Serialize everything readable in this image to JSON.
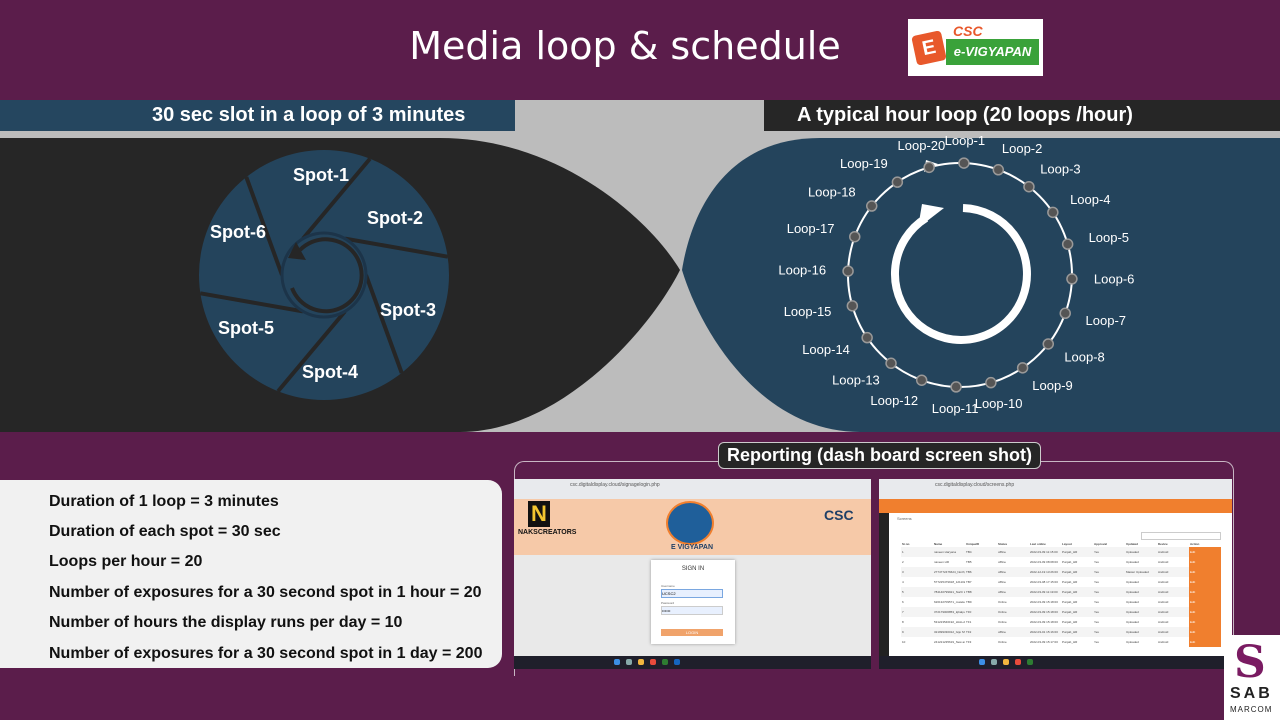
{
  "title": "Media loop & schedule",
  "logo": {
    "top_text": "CSC",
    "main_text": "e-VIGYAPAN"
  },
  "left_section": {
    "heading": "30 sec slot in a loop of 3 minutes",
    "spots": [
      "Spot-1",
      "Spot-2",
      "Spot-3",
      "Spot-4",
      "Spot-5",
      "Spot-6"
    ]
  },
  "right_section": {
    "heading": "A typical hour loop (20 loops /hour)",
    "loops": [
      "Loop-1",
      "Loop-2",
      "Loop-3",
      "Loop-4",
      "Loop-5",
      "Loop-6",
      "Loop-7",
      "Loop-8",
      "Loop-9",
      "Loop-10",
      "Loop-11",
      "Loop-12",
      "Loop-13",
      "Loop-14",
      "Loop-15",
      "Loop-16",
      "Loop-17",
      "Loop-18",
      "Loop-19",
      "Loop-20"
    ]
  },
  "stats": [
    "Duration of 1 loop = 3 minutes",
    "Duration of each spot = 30 sec",
    "Loops per hour = 20",
    "Number of exposures for a 30 second spot in 1 hour = 20",
    "Number of hours the display runs per day = 10",
    "Number of exposures for a 30 second spot in 1 day = 200"
  ],
  "reporting": {
    "heading": "Reporting (dash board screen shot)",
    "login_shot": {
      "url": "csc.digitaldisplay.cloud/signagelogin.php",
      "brand_left": "NAKSCREATORS",
      "brand_center": "E VIGYAPAN",
      "brand_right": "CSC",
      "signin": "SIGN IN",
      "username_label": "Username",
      "password_label": "Password",
      "username_value": "UCSC2",
      "login_button": "LOGIN"
    },
    "dashboard_shot": {
      "url": "csc.digitaldisplay.cloud/screens.php",
      "section": "Screens",
      "columns": [
        "Sr.no",
        "Name",
        "UniqueID",
        "Status",
        "Last online",
        "Layout",
        "Approval",
        "Updated",
        "Device",
        "Action"
      ],
      "rows": [
        [
          "1",
          "naveen Haryana",
          "TB4",
          "offline",
          "2022-03-09 11:15:00",
          "Punjab_HR",
          "Yes",
          "Uploaded",
          "Android",
          "Edit"
        ],
        [
          "2",
          "naveen HR",
          "TB5",
          "offline",
          "2022-03-09 08:08:00",
          "Punjab_HR",
          "Yes",
          "Uploaded",
          "Android",
          "Edit"
        ],
        [
          "3",
          "2774772476624_North_110063_SHAHDOL PURI_Delhi",
          "TB6",
          "offline",
          "2022-12-19 13:26:00",
          "Punjab_HR",
          "Yes",
          "Master Uploaded",
          "Android",
          "Edit"
        ],
        [
          "4",
          "577225479918_121102_faridabad_HR",
          "TB7",
          "offline",
          "2022-03-08 17:15:00",
          "Punjab_HR",
          "Yes",
          "Uploaded",
          "Android",
          "Edit"
        ],
        [
          "5",
          "784140799921_North West Mandir_121101_Faridabad_HR",
          "TB8",
          "offline",
          "2022-03-09 11:19:00",
          "Punjab_HR",
          "Yes",
          "Uploaded",
          "Android",
          "Edit"
        ],
        [
          "6",
          "626132709571_matela Gohing_121004_Jnuari_HR",
          "TB9",
          "Online",
          "2022-03-09 15:18:00",
          "Punjab_HR",
          "Yes",
          "Uploaded",
          "Android",
          "Edit"
        ],
        [
          "7",
          "372179006853_Iqbalpur_127042_Bhiwani_HR",
          "TF0",
          "Online",
          "2022-03-09 15:18:00",
          "Punjab_HR",
          "Yes",
          "Uploaded",
          "Android",
          "Edit"
        ],
        [
          "8",
          "531223546192_HALLANS 131001_Ambala_HR",
          "TF1",
          "Online",
          "2022-03-09 15:18:00",
          "Punjab_HR",
          "Yes",
          "Uploaded",
          "Android",
          "Edit"
        ],
        [
          "9",
          "321999330012_Gijo Shikh UPO Mullana 133203 Ambala HR",
          "TF2",
          "offline",
          "2022-03-01 15:16:00",
          "Punjab_HR",
          "Yes",
          "Uploaded",
          "Android",
          "Edit"
        ],
        [
          "10",
          "241221235619_New arns gas 124001_Karnal_HR",
          "TF3",
          "Online",
          "2022-03-09 15:17:00",
          "Punjab_HR",
          "Yes",
          "Uploaded",
          "Android",
          "Edit"
        ]
      ]
    }
  },
  "corner_logo": {
    "mark": "S",
    "name": "SAB",
    "sub": "MARCOM"
  },
  "colors": {
    "background": "#5b1d4b",
    "navy": "#24445c",
    "dark": "#262626",
    "grey": "#bcbcbc",
    "white": "#ffffff",
    "orange": "#f07f2e"
  }
}
